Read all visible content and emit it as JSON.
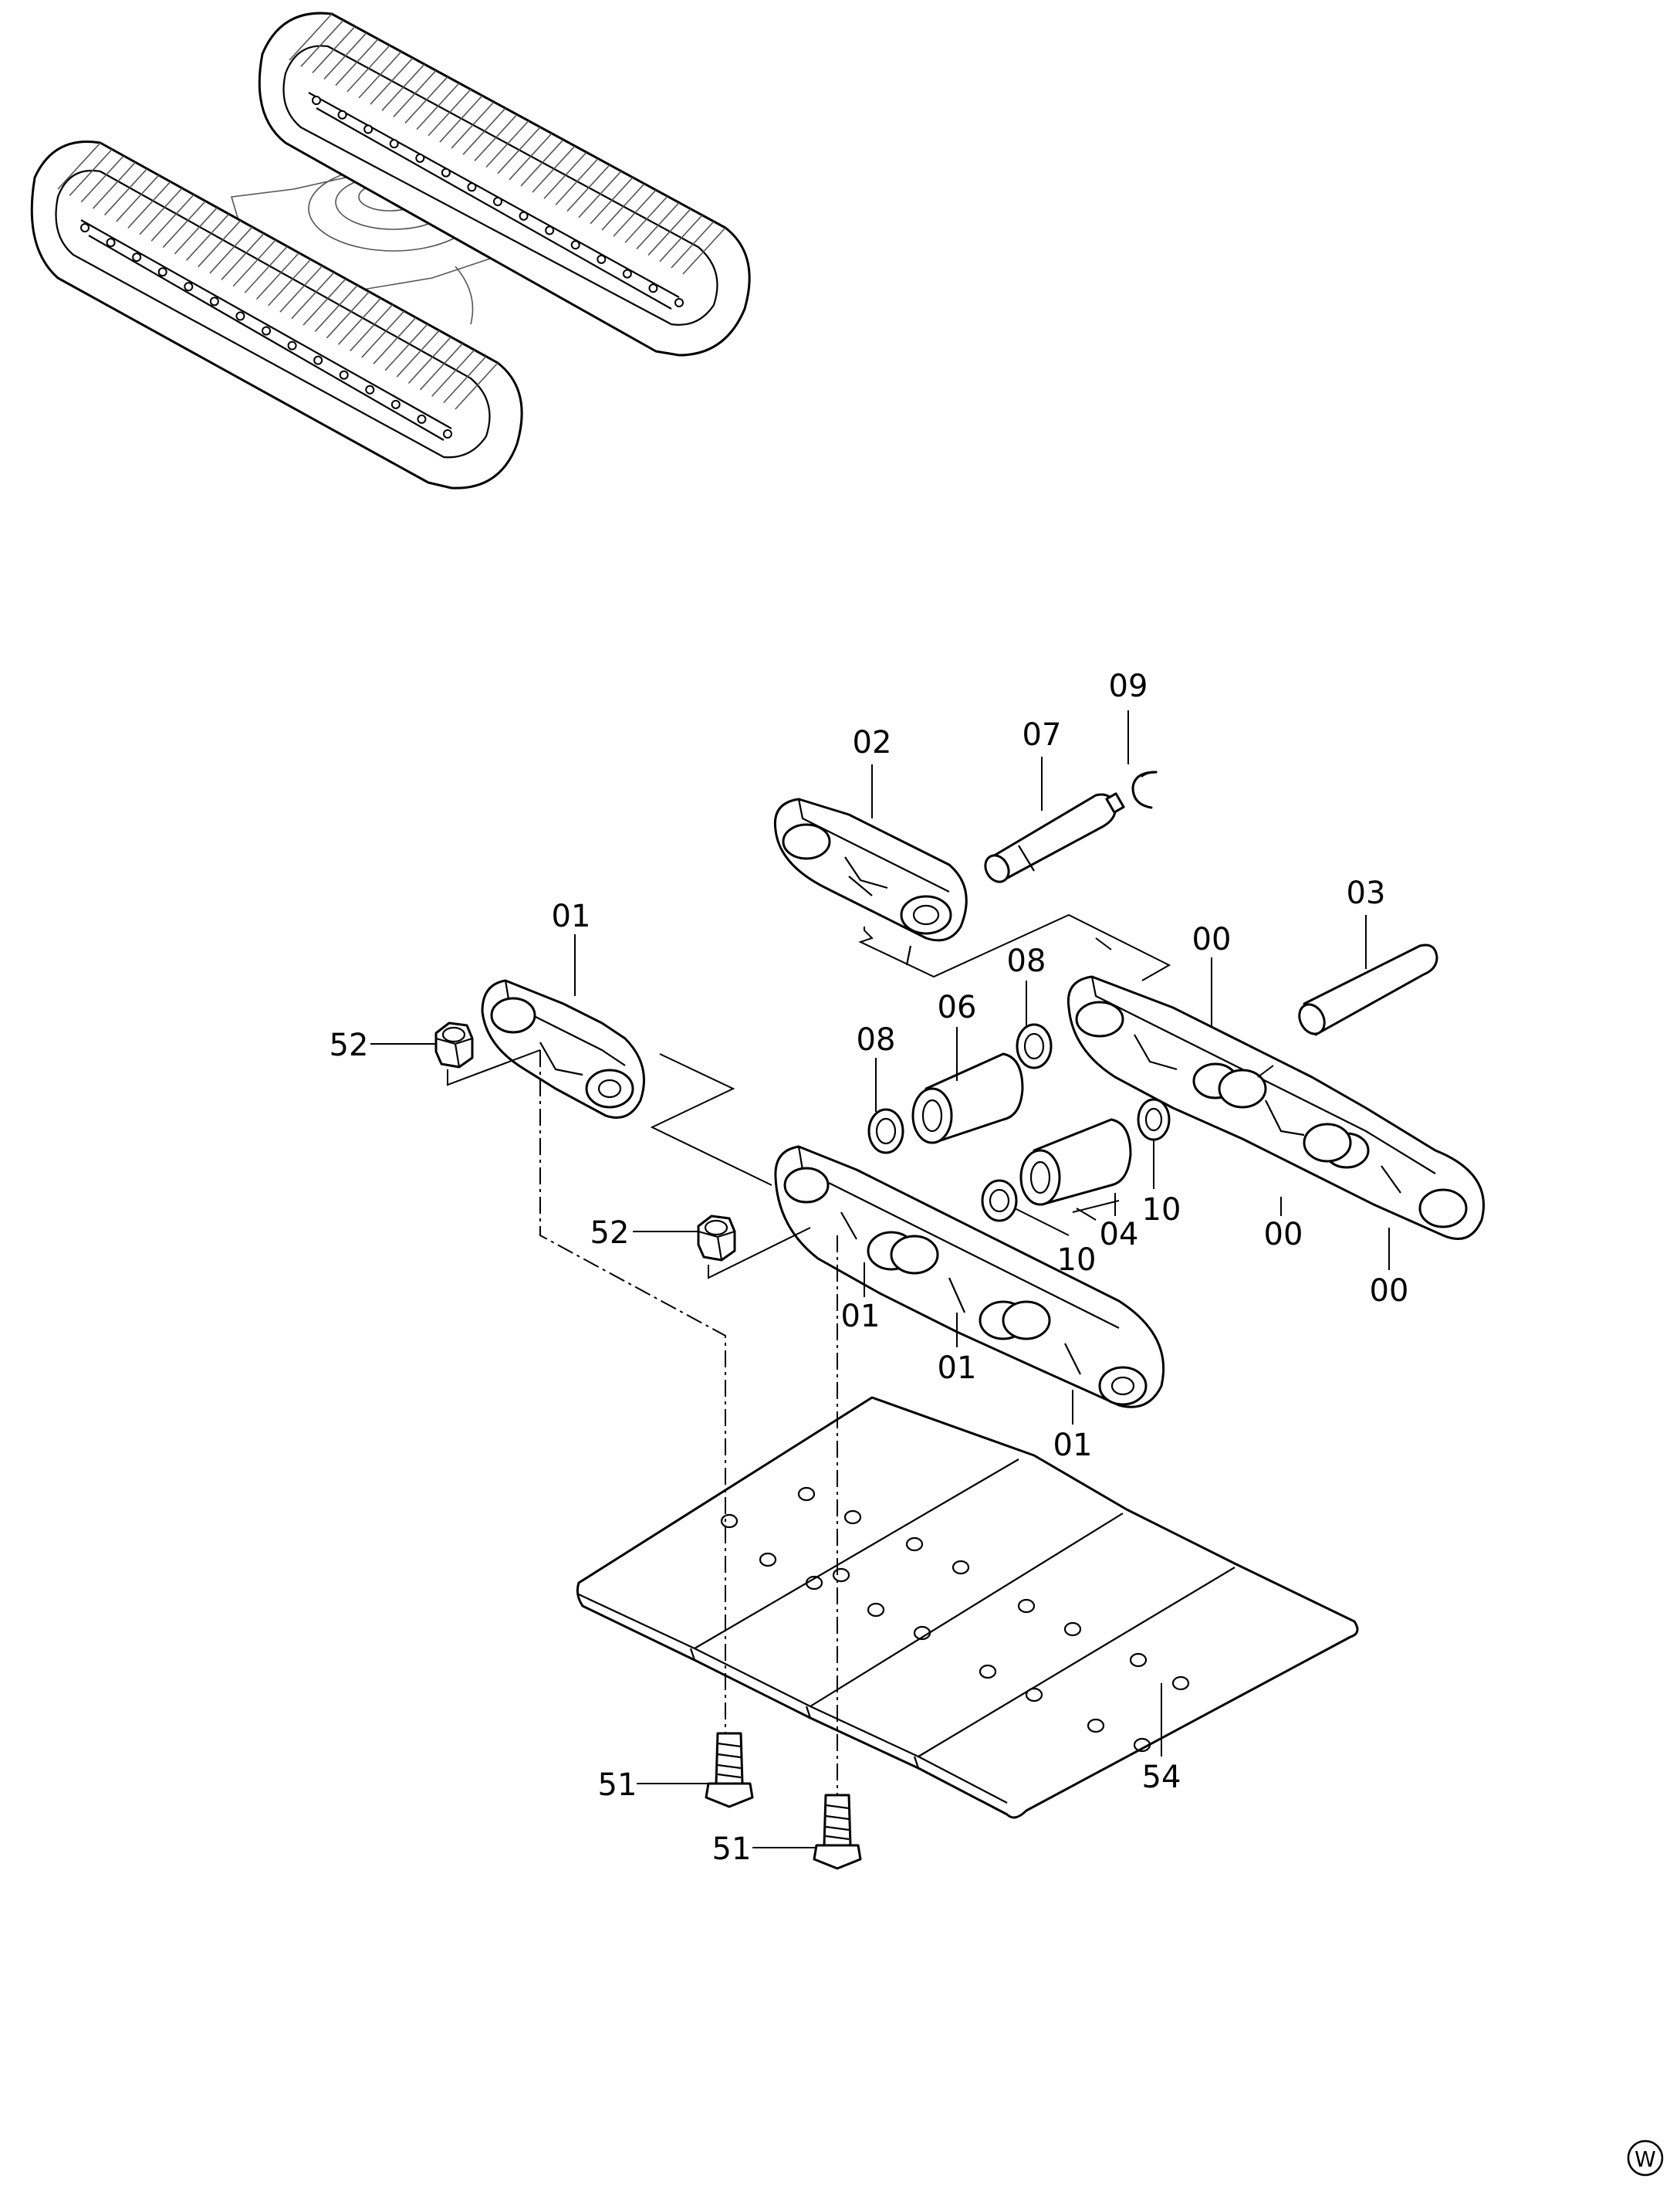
{
  "diagram": {
    "callouts": [
      {
        "id": "c09",
        "label": "09"
      },
      {
        "id": "c02",
        "label": "02"
      },
      {
        "id": "c07",
        "label": "07"
      },
      {
        "id": "c03",
        "label": "03"
      },
      {
        "id": "c01-top",
        "label": "01"
      },
      {
        "id": "c00-top",
        "label": "00"
      },
      {
        "id": "c08-right",
        "label": "08"
      },
      {
        "id": "c06",
        "label": "06"
      },
      {
        "id": "c52-upper",
        "label": "52"
      },
      {
        "id": "c08-left",
        "label": "08"
      },
      {
        "id": "c10-right",
        "label": "10"
      },
      {
        "id": "c04",
        "label": "04"
      },
      {
        "id": "c10-left",
        "label": "10"
      },
      {
        "id": "c00-mid",
        "label": "00"
      },
      {
        "id": "c52-lower",
        "label": "52"
      },
      {
        "id": "c01-a",
        "label": "01"
      },
      {
        "id": "c00-bottom",
        "label": "00"
      },
      {
        "id": "c01-b",
        "label": "01"
      },
      {
        "id": "c01-c",
        "label": "01"
      },
      {
        "id": "c51-upper",
        "label": "51"
      },
      {
        "id": "c54",
        "label": "54"
      },
      {
        "id": "c51-lower",
        "label": "51"
      }
    ],
    "corner_mark": "W"
  }
}
